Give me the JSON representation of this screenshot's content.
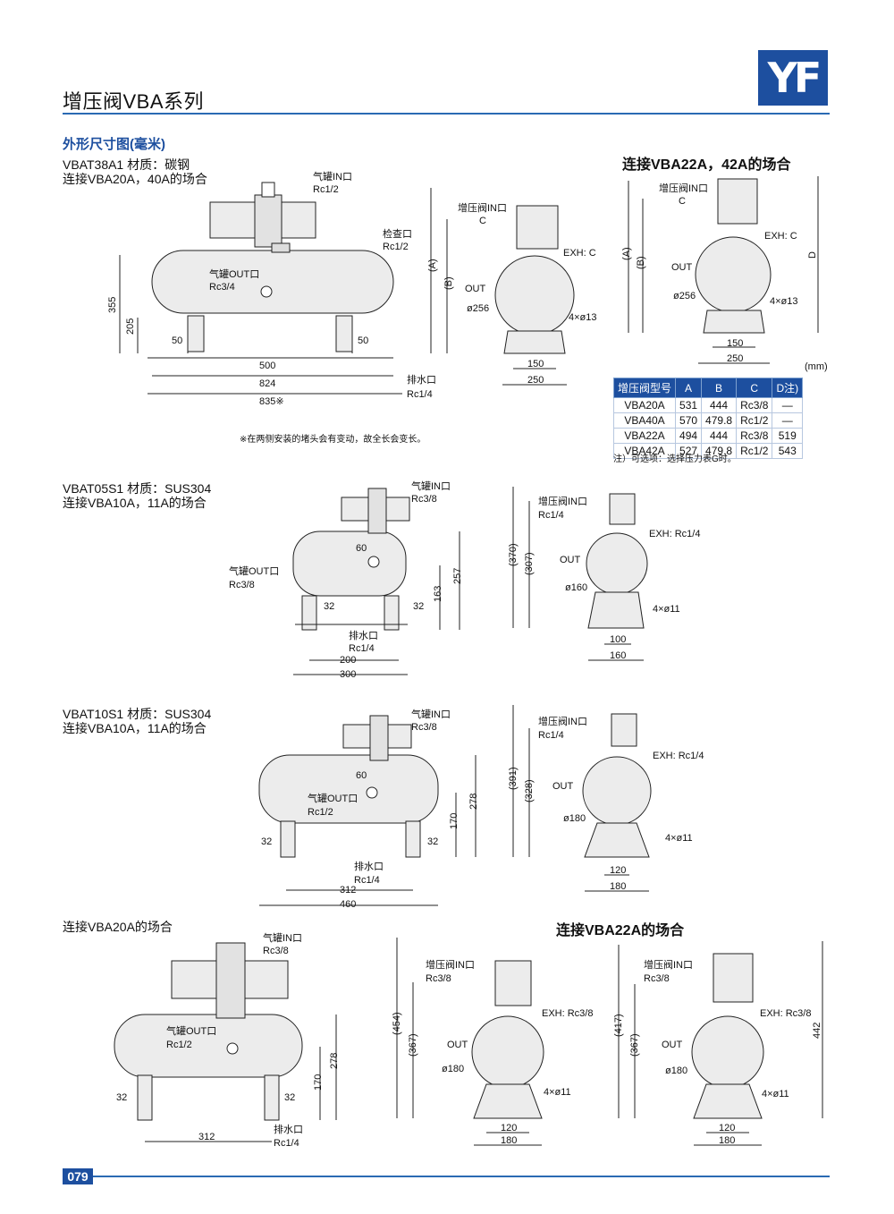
{
  "header": {
    "title": "增压阀VBA系列",
    "logo_text": "YF"
  },
  "section_title": "外形尺寸图(毫米)",
  "block1": {
    "label_line1": "VBAT38A1  材质：碳钢",
    "label_line2": "连接VBA20A，40A的场合",
    "in_label": "气罐IN口",
    "in_size": "Rc1/2",
    "check_label": "检查口",
    "check_size": "Rc1/2",
    "out_label": "气罐OUT口",
    "out_size": "Rc3/4",
    "drain_label": "排水口",
    "drain_size": "Rc1/4",
    "dims": {
      "h355": "355",
      "h205": "205",
      "l50": "50",
      "r50": "50",
      "w500": "500",
      "w824": "824",
      "w835": "835※"
    },
    "side": {
      "in_label": "增压阀IN口",
      "in_val": "C",
      "exh": "EXH: C",
      "out": "OUT",
      "dia": "ø256",
      "holes": "4×ø13",
      "w150": "150",
      "w250": "250",
      "A": "(A)",
      "B": "(B)"
    },
    "note": "※在两侧安装的堵头会有变动，故全长会变长。"
  },
  "block22": {
    "heading": "连接VBA22A，42A的场合",
    "in_label": "增压阀IN口",
    "in_val": "C",
    "exh": "EXH: C",
    "out": "OUT",
    "dia": "ø256",
    "holes": "4×ø13",
    "w150": "150",
    "w250": "250",
    "A": "(A)",
    "B": "(B)",
    "D": "D"
  },
  "table": {
    "unit": "(mm)",
    "headers": [
      "增压阀型号",
      "A",
      "B",
      "C",
      "D注)"
    ],
    "rows": [
      [
        "VBA20A",
        "531",
        "444",
        "Rc3/8",
        "—"
      ],
      [
        "VBA40A",
        "570",
        "479.8",
        "Rc1/2",
        "—"
      ],
      [
        "VBA22A",
        "494",
        "444",
        "Rc3/8",
        "519"
      ],
      [
        "VBA42A",
        "527",
        "479.8",
        "Rc1/2",
        "543"
      ]
    ],
    "note": "注）可选项：选择压力表G时。"
  },
  "block2": {
    "label_line1": "VBAT05S1  材质：SUS304",
    "label_line2": "连接VBA10A，11A的场合",
    "in_label": "气罐IN口",
    "in_size": "Rc3/8",
    "out_label": "气罐OUT口",
    "out_size": "Rc3/8",
    "drain_label": "排水口",
    "drain_size": "Rc1/4",
    "dims": {
      "d60": "60",
      "l32": "32",
      "r32": "32",
      "w200": "200",
      "w300": "300",
      "h163": "163",
      "h257": "257"
    },
    "side": {
      "in_label": "增压阀IN口",
      "in_size": "Rc1/4",
      "exh": "EXH: Rc1/4",
      "out": "OUT",
      "dia": "ø160",
      "holes": "4×ø11",
      "w100": "100",
      "w160": "160",
      "h370": "(370)",
      "h307": "(307)"
    }
  },
  "block3": {
    "label_line1": "VBAT10S1  材质：SUS304",
    "label_line2": "连接VBA10A，11A的场合",
    "in_label": "气罐IN口",
    "in_size": "Rc3/8",
    "out_label": "气罐OUT口",
    "out_size": "Rc1/2",
    "drain_label": "排水口",
    "drain_size": "Rc1/4",
    "dims": {
      "d60": "60",
      "l32": "32",
      "r32": "32",
      "w312": "312",
      "w460": "460",
      "h170": "170",
      "h278": "278"
    },
    "side": {
      "in_label": "增压阀IN口",
      "in_size": "Rc1/4",
      "exh": "EXH: Rc1/4",
      "out": "OUT",
      "dia": "ø180",
      "holes": "4×ø11",
      "w120": "120",
      "w180": "180",
      "h391": "(391)",
      "h328": "(328)"
    }
  },
  "block4": {
    "label": "连接VBA20A的场合",
    "in_label": "气罐IN口",
    "in_size": "Rc3/8",
    "out_label": "气罐OUT口",
    "out_size": "Rc1/2",
    "drain_label": "排水口",
    "drain_size": "Rc1/4",
    "dims": {
      "l32": "32",
      "r32": "32",
      "w312": "312",
      "h170": "170",
      "h278": "278"
    },
    "side": {
      "in_label": "增压阀IN口",
      "in_size": "Rc3/8",
      "exh": "EXH: Rc3/8",
      "out": "OUT",
      "dia": "ø180",
      "holes": "4×ø11",
      "w120": "120",
      "w180": "180",
      "h454": "(454)",
      "h367": "(367)"
    }
  },
  "block5": {
    "heading": "连接VBA22A的场合",
    "side": {
      "in_label": "增压阀IN口",
      "in_size": "Rc3/8",
      "exh": "EXH: Rc3/8",
      "out": "OUT",
      "dia": "ø180",
      "holes": "4×ø11",
      "w120": "120",
      "w180": "180",
      "h417": "(417)",
      "h367": "(367)",
      "h442": "442"
    }
  },
  "page_number": "079",
  "colors": {
    "brand": "#1d4f9f",
    "rule": "#2a6ab3",
    "tank_fill": "#ececec"
  }
}
